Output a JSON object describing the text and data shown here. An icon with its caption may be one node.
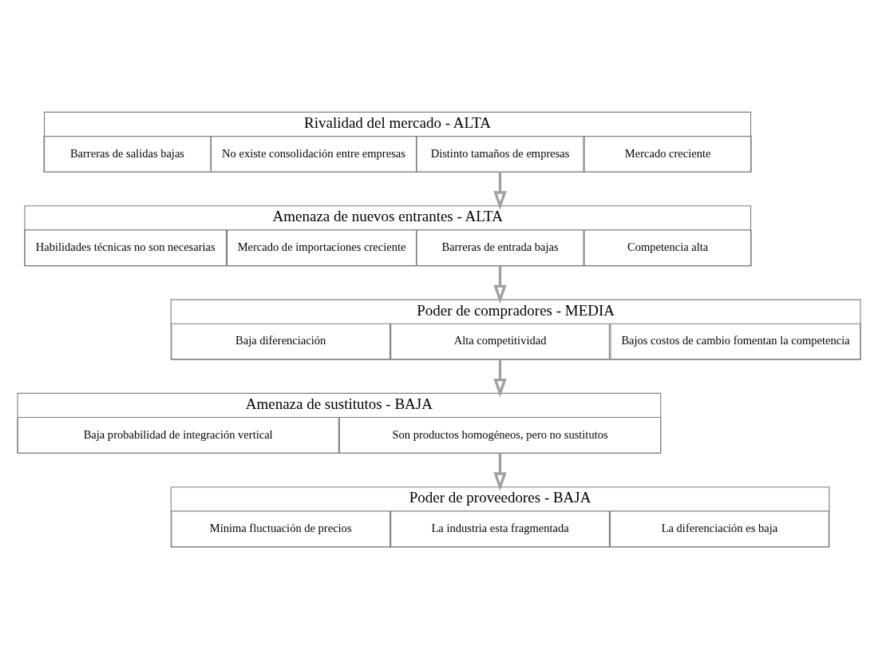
{
  "diagram": {
    "nodes": [
      {
        "text": [
          "Rivalidad del mercado - ALTA"
        ]
      },
      {
        "text": [
          "Mercado creciente"
        ],
        "in": 0
      },
      {
        "text": [
          "Distinto tamaños de empresas"
        ],
        "in": 0
      },
      {
        "text": [
          "No existe consolidación entre empresas"
        ],
        "in": 0
      },
      {
        "text": [
          "Barreras de salidas bajas"
        ],
        "in": 0
      },
      {
        "text": [
          "Amenaza de nuevos entrantes - ALTA"
        ]
      },
      {
        "text": [
          "Competencia alta"
        ],
        "in": 5
      },
      {
        "text": [
          "Barreras de entrada bajas"
        ],
        "in": 5
      },
      {
        "text": [
          "Mercado de importaciones creciente"
        ],
        "in": 5
      },
      {
        "text": [
          "Habilidades técnicas no son necesarias"
        ],
        "in": 5
      },
      {
        "text": [
          "Poder de compradores - MEDIA"
        ]
      },
      {
        "text": [
          "Bajos costos de cambio fomentan la competencia"
        ],
        "in": 10
      },
      {
        "text": [
          "Alta competitividad"
        ],
        "in": 10
      },
      {
        "text": [
          "Baja diferenciación"
        ],
        "in": 10
      },
      {
        "text": [
          "Amenaza de sustitutos - BAJA"
        ]
      },
      {
        "text": [
          "Son productos homogéneos, pero no sustitutos"
        ],
        "in": 14
      },
      {
        "text": [
          "Baja probabilidad de integración vertical"
        ],
        "in": 14
      },
      {
        "text": [
          "Poder de proveedores - BAJA"
        ]
      },
      {
        "text": [
          "La diferenciación es baja"
        ],
        "in": 17
      },
      {
        "text": [
          "La industria esta fragmentada"
        ],
        "in": 17
      },
      {
        "text": [
          "Mínima fluctuación de precios"
        ],
        "in": 17
      }
    ],
    "edges": [
      {
        "from": 0,
        "to": 5,
        "arrow": "to"
      },
      {
        "from": 5,
        "to": 10,
        "arrow": "to"
      },
      {
        "from": 10,
        "to": 14,
        "arrow": "to"
      },
      {
        "from": 14,
        "to": 17,
        "arrow": "to"
      }
    ]
  }
}
